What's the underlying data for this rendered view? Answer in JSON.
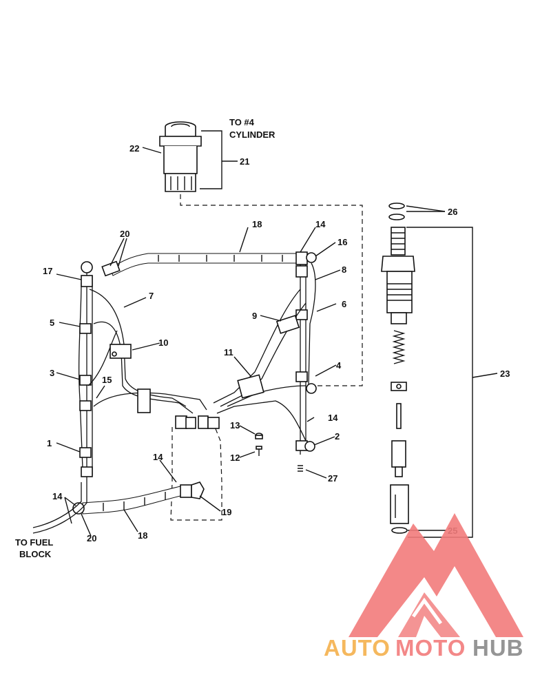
{
  "diagram": {
    "notes": {
      "to_cylinder": [
        "TO #4",
        "CYLINDER"
      ],
      "to_fuel_block": [
        "TO FUEL",
        "BLOCK"
      ]
    },
    "callouts": {
      "c1": "1",
      "c2": "2",
      "c3": "3",
      "c4": "4",
      "c5": "5",
      "c6": "6",
      "c7": "7",
      "c8": "8",
      "c9": "9",
      "c10": "10",
      "c11": "11",
      "c12": "12",
      "c13": "13",
      "c14a": "14",
      "c14b": "14",
      "c14c": "14",
      "c14d": "14",
      "c15": "15",
      "c16": "16",
      "c17": "17",
      "c18a": "18",
      "c18b": "18",
      "c19": "19",
      "c20a": "20",
      "c20b": "20",
      "c21": "21",
      "c22": "22",
      "c23": "23",
      "c25": "25",
      "c26": "26",
      "c27": "27"
    }
  },
  "watermark": {
    "auto": "AUTO",
    "moto": "MOTO",
    "hub": "HUB",
    "colors": {
      "red": "#f27c7c",
      "orange": "#f5b14d",
      "gray": "#8a8a8a"
    }
  }
}
